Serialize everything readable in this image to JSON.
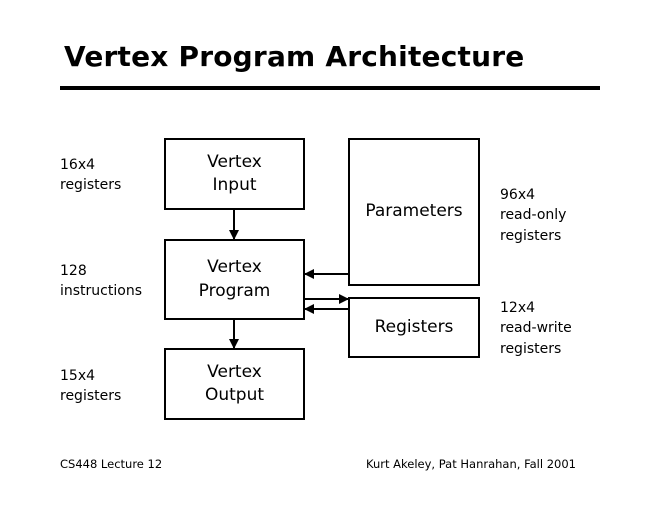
{
  "slide": {
    "title": "Vertex Program Architecture"
  },
  "diagram": {
    "blocks": {
      "vertex_input": {
        "line1": "Vertex",
        "line2": "Input"
      },
      "vertex_program": {
        "line1": "Vertex",
        "line2": "Program"
      },
      "vertex_output": {
        "line1": "Vertex",
        "line2": "Output"
      },
      "parameters": {
        "label": "Parameters"
      },
      "registers": {
        "label": "Registers"
      }
    },
    "annotations": {
      "input_registers": {
        "line1": "16x4",
        "line2": "registers"
      },
      "program_instructions": {
        "line1": "128",
        "line2": "instructions"
      },
      "output_registers": {
        "line1": "15x4",
        "line2": "registers"
      },
      "parameters_note": {
        "line1": "96x4",
        "line2": "read-only",
        "line3": "registers"
      },
      "registers_note": {
        "line1": "12x4",
        "line2": "read-write",
        "line3": "registers"
      }
    }
  },
  "footer": {
    "left": "CS448 Lecture 12",
    "right": "Kurt Akeley, Pat Hanrahan, Fall 2001"
  }
}
